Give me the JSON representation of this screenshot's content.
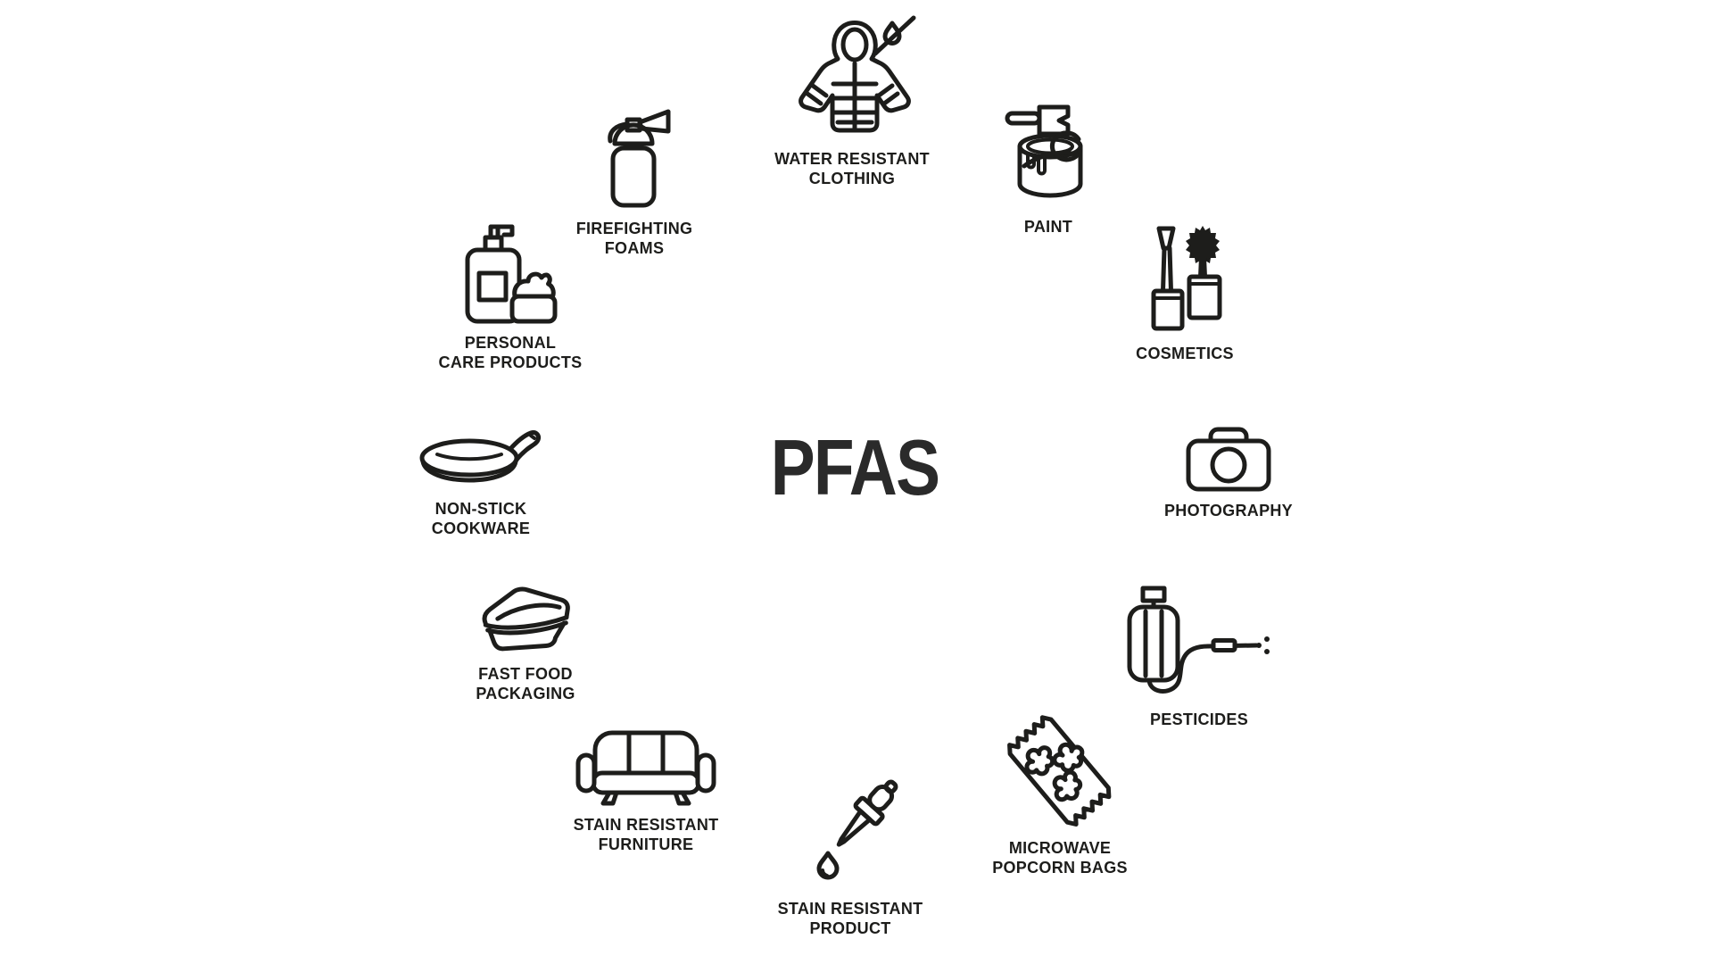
{
  "center": {
    "label": "PFAS"
  },
  "colors": {
    "background": "#ffffff",
    "ink": "#1d1d1b",
    "title": "#2a2a2a"
  },
  "items": [
    {
      "name": "water-resistant-clothing",
      "icon": "water-resistant-clothing-icon",
      "label": "WATER RESISTANT\nCLOTHING"
    },
    {
      "name": "paint",
      "icon": "paint-can-icon",
      "label": "PAINT"
    },
    {
      "name": "cosmetics",
      "icon": "cosmetics-icon",
      "label": "COSMETICS"
    },
    {
      "name": "photography",
      "icon": "camera-icon",
      "label": "PHOTOGRAPHY"
    },
    {
      "name": "pesticides",
      "icon": "pesticide-sprayer-icon",
      "label": "PESTICIDES"
    },
    {
      "name": "microwave-popcorn-bags",
      "icon": "popcorn-bag-icon",
      "label": "MICROWAVE\nPOPCORN BAGS"
    },
    {
      "name": "stain-resistant-product",
      "icon": "dropper-icon",
      "label": "STAIN RESISTANT\nPRODUCT"
    },
    {
      "name": "stain-resistant-furniture",
      "icon": "sofa-icon",
      "label": "STAIN RESISTANT\nFURNITURE"
    },
    {
      "name": "fast-food-packaging",
      "icon": "food-container-icon",
      "label": "FAST FOOD\nPACKAGING"
    },
    {
      "name": "non-stick-cookware",
      "icon": "frying-pan-icon",
      "label": "NON-STICK\nCOOKWARE"
    },
    {
      "name": "personal-care-products",
      "icon": "personal-care-icon",
      "label": "PERSONAL\nCARE PRODUCTS"
    },
    {
      "name": "firefighting-foams",
      "icon": "fire-extinguisher-icon",
      "label": "FIREFIGHTING\nFOAMS"
    }
  ]
}
